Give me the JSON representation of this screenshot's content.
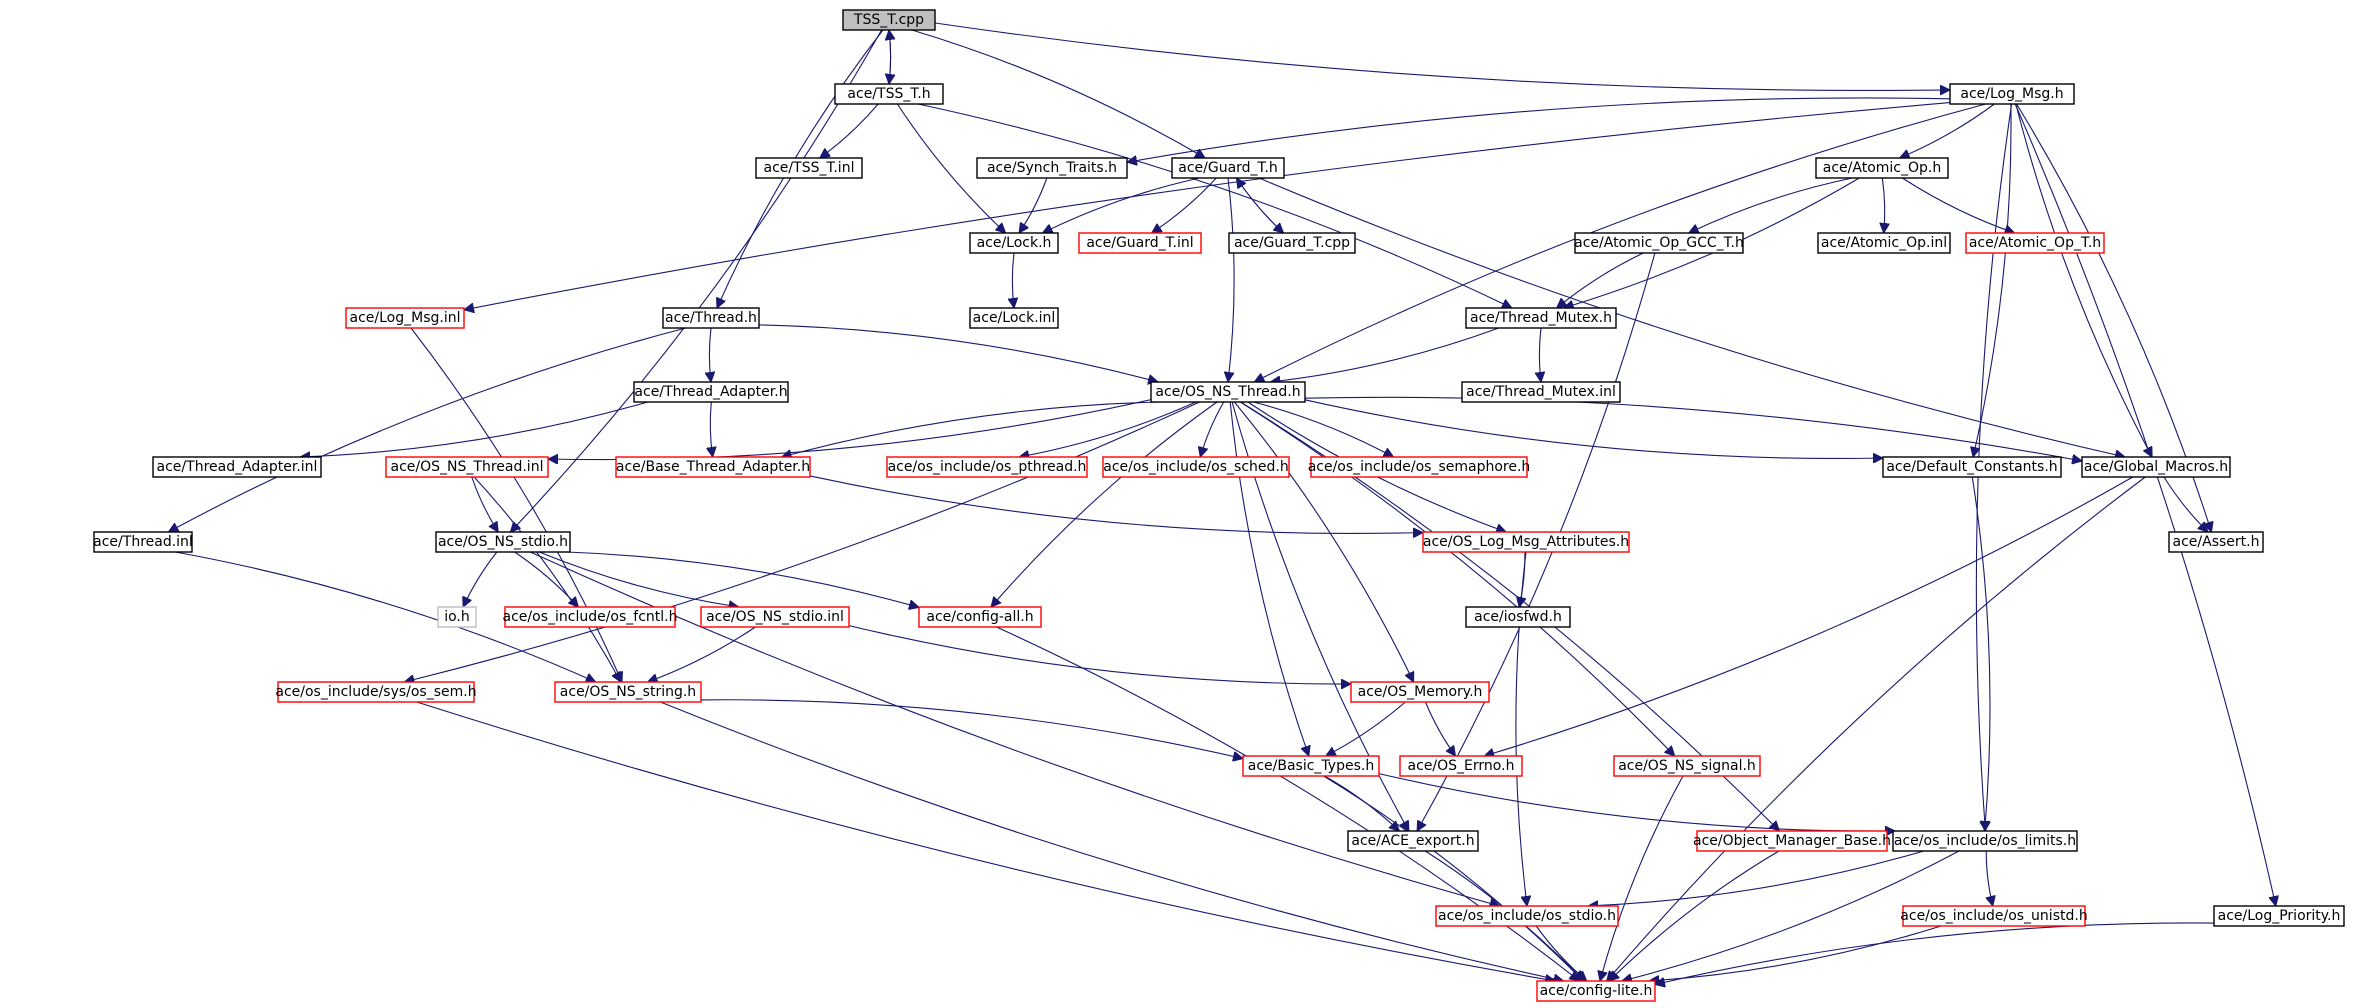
{
  "diagram": {
    "colors": {
      "edge": "#191970",
      "node_border_default": "#000000",
      "node_border_incomplete": "#ff0000",
      "node_border_missing": "#bfbfbf",
      "root_fill": "#bfbfbf"
    },
    "nodes": [
      {
        "id": "tss_t_cpp",
        "label": "TSS_T.cpp",
        "kind": "root"
      },
      {
        "id": "tss_t_h",
        "label": "ace/TSS_T.h",
        "kind": "default"
      },
      {
        "id": "log_msg_h",
        "label": "ace/Log_Msg.h",
        "kind": "default"
      },
      {
        "id": "tss_t_inl",
        "label": "ace/TSS_T.inl",
        "kind": "default"
      },
      {
        "id": "synch_traits_h",
        "label": "ace/Synch_Traits.h",
        "kind": "default"
      },
      {
        "id": "guard_t_h",
        "label": "ace/Guard_T.h",
        "kind": "default"
      },
      {
        "id": "atomic_op_h",
        "label": "ace/Atomic_Op.h",
        "kind": "default"
      },
      {
        "id": "lock_h",
        "label": "ace/Lock.h",
        "kind": "default"
      },
      {
        "id": "guard_t_inl",
        "label": "ace/Guard_T.inl",
        "kind": "incomplete"
      },
      {
        "id": "guard_t_cpp",
        "label": "ace/Guard_T.cpp",
        "kind": "default"
      },
      {
        "id": "atomic_op_gcc_t_h",
        "label": "ace/Atomic_Op_GCC_T.h",
        "kind": "default"
      },
      {
        "id": "atomic_op_inl",
        "label": "ace/Atomic_Op.inl",
        "kind": "default"
      },
      {
        "id": "atomic_op_t_h",
        "label": "ace/Atomic_Op_T.h",
        "kind": "incomplete"
      },
      {
        "id": "log_msg_inl",
        "label": "ace/Log_Msg.inl",
        "kind": "incomplete"
      },
      {
        "id": "thread_h",
        "label": "ace/Thread.h",
        "kind": "default"
      },
      {
        "id": "lock_inl",
        "label": "ace/Lock.inl",
        "kind": "default"
      },
      {
        "id": "thread_mutex_h",
        "label": "ace/Thread_Mutex.h",
        "kind": "default"
      },
      {
        "id": "thread_adapter_h",
        "label": "ace/Thread_Adapter.h",
        "kind": "default"
      },
      {
        "id": "os_ns_thread_h",
        "label": "ace/OS_NS_Thread.h",
        "kind": "default"
      },
      {
        "id": "thread_mutex_inl",
        "label": "ace/Thread_Mutex.inl",
        "kind": "default"
      },
      {
        "id": "thread_adapter_inl",
        "label": "ace/Thread_Adapter.inl",
        "kind": "default"
      },
      {
        "id": "os_ns_thread_inl",
        "label": "ace/OS_NS_Thread.inl",
        "kind": "incomplete"
      },
      {
        "id": "base_thread_adapter_h",
        "label": "ace/Base_Thread_Adapter.h",
        "kind": "incomplete"
      },
      {
        "id": "os_pthread_h",
        "label": "ace/os_include/os_pthread.h",
        "kind": "incomplete"
      },
      {
        "id": "os_sched_h",
        "label": "ace/os_include/os_sched.h",
        "kind": "incomplete"
      },
      {
        "id": "os_semaphore_h",
        "label": "ace/os_include/os_semaphore.h",
        "kind": "incomplete"
      },
      {
        "id": "default_constants_h",
        "label": "ace/Default_Constants.h",
        "kind": "default"
      },
      {
        "id": "global_macros_h",
        "label": "ace/Global_Macros.h",
        "kind": "default"
      },
      {
        "id": "thread_inl",
        "label": "ace/Thread.inl",
        "kind": "default"
      },
      {
        "id": "os_ns_stdio_h",
        "label": "ace/OS_NS_stdio.h",
        "kind": "default"
      },
      {
        "id": "os_log_msg_attributes_h",
        "label": "ace/OS_Log_Msg_Attributes.h",
        "kind": "incomplete"
      },
      {
        "id": "assert_h",
        "label": "ace/Assert.h",
        "kind": "default"
      },
      {
        "id": "io_h",
        "label": "io.h",
        "kind": "missing"
      },
      {
        "id": "os_fcntl_h",
        "label": "ace/os_include/os_fcntl.h",
        "kind": "incomplete"
      },
      {
        "id": "os_ns_stdio_inl",
        "label": "ace/OS_NS_stdio.inl",
        "kind": "incomplete"
      },
      {
        "id": "config_all_h",
        "label": "ace/config-all.h",
        "kind": "incomplete"
      },
      {
        "id": "iosfwd_h",
        "label": "ace/iosfwd.h",
        "kind": "default"
      },
      {
        "id": "os_sem_h",
        "label": "ace/os_include/sys/os_sem.h",
        "kind": "incomplete"
      },
      {
        "id": "os_ns_string_h",
        "label": "ace/OS_NS_string.h",
        "kind": "incomplete"
      },
      {
        "id": "os_memory_h",
        "label": "ace/OS_Memory.h",
        "kind": "incomplete"
      },
      {
        "id": "basic_types_h",
        "label": "ace/Basic_Types.h",
        "kind": "incomplete"
      },
      {
        "id": "os_errno_h",
        "label": "ace/OS_Errno.h",
        "kind": "incomplete"
      },
      {
        "id": "os_ns_signal_h",
        "label": "ace/OS_NS_signal.h",
        "kind": "incomplete"
      },
      {
        "id": "ace_export_h",
        "label": "ace/ACE_export.h",
        "kind": "default"
      },
      {
        "id": "object_manager_base_h",
        "label": "ace/Object_Manager_Base.h",
        "kind": "incomplete"
      },
      {
        "id": "os_limits_h",
        "label": "ace/os_include/os_limits.h",
        "kind": "default"
      },
      {
        "id": "os_stdio_h",
        "label": "ace/os_include/os_stdio.h",
        "kind": "incomplete"
      },
      {
        "id": "os_unistd_h",
        "label": "ace/os_include/os_unistd.h",
        "kind": "incomplete"
      },
      {
        "id": "log_priority_h",
        "label": "ace/Log_Priority.h",
        "kind": "default"
      },
      {
        "id": "config_lite_h",
        "label": "ace/config-lite.h",
        "kind": "incomplete"
      }
    ],
    "edges": [
      [
        "tss_t_cpp",
        "tss_t_h"
      ],
      [
        "tss_t_cpp",
        "log_msg_h"
      ],
      [
        "tss_t_cpp",
        "guard_t_h"
      ],
      [
        "tss_t_cpp",
        "thread_h"
      ],
      [
        "tss_t_cpp",
        "os_ns_stdio_h"
      ],
      [
        "tss_t_h",
        "tss_t_cpp"
      ],
      [
        "tss_t_h",
        "tss_t_inl"
      ],
      [
        "tss_t_h",
        "lock_h"
      ],
      [
        "tss_t_h",
        "thread_mutex_h"
      ],
      [
        "log_msg_h",
        "synch_traits_h"
      ],
      [
        "log_msg_h",
        "atomic_op_h"
      ],
      [
        "log_msg_h",
        "log_msg_inl"
      ],
      [
        "log_msg_h",
        "default_constants_h"
      ],
      [
        "log_msg_h",
        "global_macros_h"
      ],
      [
        "log_msg_h",
        "assert_h"
      ],
      [
        "log_msg_h",
        "os_limits_h"
      ],
      [
        "log_msg_h",
        "log_priority_h"
      ],
      [
        "log_msg_h",
        "os_ns_thread_h"
      ],
      [
        "synch_traits_h",
        "lock_h"
      ],
      [
        "guard_t_h",
        "lock_h"
      ],
      [
        "guard_t_h",
        "guard_t_inl"
      ],
      [
        "guard_t_h",
        "guard_t_cpp"
      ],
      [
        "guard_t_h",
        "os_ns_thread_h"
      ],
      [
        "guard_t_h",
        "global_macros_h"
      ],
      [
        "guard_t_cpp",
        "guard_t_h"
      ],
      [
        "atomic_op_h",
        "atomic_op_gcc_t_h"
      ],
      [
        "atomic_op_h",
        "atomic_op_inl"
      ],
      [
        "atomic_op_h",
        "atomic_op_t_h"
      ],
      [
        "atomic_op_h",
        "thread_mutex_h"
      ],
      [
        "atomic_op_gcc_t_h",
        "thread_mutex_h"
      ],
      [
        "atomic_op_gcc_t_h",
        "ace_export_h"
      ],
      [
        "lock_h",
        "lock_inl"
      ],
      [
        "log_msg_inl",
        "os_ns_string_h"
      ],
      [
        "thread_h",
        "thread_adapter_h"
      ],
      [
        "thread_h",
        "os_ns_thread_h"
      ],
      [
        "thread_h",
        "thread_inl"
      ],
      [
        "thread_mutex_h",
        "os_ns_thread_h"
      ],
      [
        "thread_mutex_h",
        "thread_mutex_inl"
      ],
      [
        "thread_adapter_h",
        "thread_adapter_inl"
      ],
      [
        "thread_adapter_h",
        "base_thread_adapter_h"
      ],
      [
        "os_ns_thread_h",
        "os_ns_thread_inl"
      ],
      [
        "os_ns_thread_h",
        "base_thread_adapter_h"
      ],
      [
        "os_ns_thread_h",
        "os_pthread_h"
      ],
      [
        "os_ns_thread_h",
        "os_sched_h"
      ],
      [
        "os_ns_thread_h",
        "os_semaphore_h"
      ],
      [
        "os_ns_thread_h",
        "default_constants_h"
      ],
      [
        "os_ns_thread_h",
        "global_macros_h"
      ],
      [
        "os_ns_thread_h",
        "config_all_h"
      ],
      [
        "os_ns_thread_h",
        "os_sem_h"
      ],
      [
        "os_ns_thread_h",
        "os_log_msg_attributes_h"
      ],
      [
        "os_ns_thread_h",
        "os_memory_h"
      ],
      [
        "os_ns_thread_h",
        "basic_types_h"
      ],
      [
        "os_ns_thread_h",
        "os_ns_signal_h"
      ],
      [
        "os_ns_thread_h",
        "ace_export_h"
      ],
      [
        "os_ns_thread_h",
        "object_manager_base_h"
      ],
      [
        "os_ns_thread_inl",
        "os_ns_stdio_h"
      ],
      [
        "os_ns_thread_inl",
        "os_ns_string_h"
      ],
      [
        "base_thread_adapter_h",
        "os_log_msg_attributes_h"
      ],
      [
        "default_constants_h",
        "os_limits_h"
      ],
      [
        "global_macros_h",
        "assert_h"
      ],
      [
        "global_macros_h",
        "os_errno_h"
      ],
      [
        "global_macros_h",
        "config_lite_h"
      ],
      [
        "thread_inl",
        "os_ns_string_h"
      ],
      [
        "os_ns_stdio_h",
        "io_h"
      ],
      [
        "os_ns_stdio_h",
        "os_fcntl_h"
      ],
      [
        "os_ns_stdio_h",
        "os_ns_stdio_inl"
      ],
      [
        "os_ns_stdio_h",
        "config_all_h"
      ],
      [
        "os_ns_stdio_h",
        "os_stdio_h"
      ],
      [
        "os_log_msg_attributes_h",
        "iosfwd_h"
      ],
      [
        "os_log_msg_attributes_h",
        "os_stdio_h"
      ],
      [
        "os_ns_stdio_inl",
        "os_ns_string_h"
      ],
      [
        "os_ns_stdio_inl",
        "os_memory_h"
      ],
      [
        "config_all_h",
        "config_lite_h"
      ],
      [
        "os_sem_h",
        "config_lite_h"
      ],
      [
        "os_ns_string_h",
        "basic_types_h"
      ],
      [
        "os_ns_string_h",
        "config_lite_h"
      ],
      [
        "os_memory_h",
        "basic_types_h"
      ],
      [
        "os_memory_h",
        "os_errno_h"
      ],
      [
        "basic_types_h",
        "ace_export_h"
      ],
      [
        "basic_types_h",
        "os_limits_h"
      ],
      [
        "basic_types_h",
        "config_lite_h"
      ],
      [
        "os_ns_signal_h",
        "config_lite_h"
      ],
      [
        "ace_export_h",
        "config_lite_h"
      ],
      [
        "object_manager_base_h",
        "config_lite_h"
      ],
      [
        "os_limits_h",
        "os_stdio_h"
      ],
      [
        "os_limits_h",
        "os_unistd_h"
      ],
      [
        "os_limits_h",
        "config_lite_h"
      ],
      [
        "os_stdio_h",
        "config_lite_h"
      ],
      [
        "os_unistd_h",
        "config_lite_h"
      ],
      [
        "log_priority_h",
        "config_lite_h"
      ]
    ]
  }
}
